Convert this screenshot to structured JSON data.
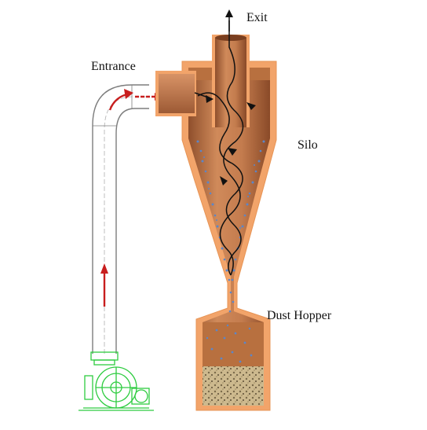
{
  "labels": {
    "exit": "Exit",
    "entrance": "Entrance",
    "silo": "Silo",
    "dust_hopper": "Dust Hopper"
  },
  "colors": {
    "body_fill": "#c47c4e",
    "body_shade": "#a8613a",
    "outline_fill": "#f2a46a",
    "duct_outline": "#7d7d7d",
    "flow_arrow": "#c81e1e",
    "fan": "#2ecc40",
    "dust": "#5b86c9",
    "dust_bed": "#cdb98e",
    "path": "#111111"
  },
  "icons": {
    "fan": "centrifugal-fan-icon",
    "exit_arrow": "up-arrow-icon",
    "flow": "red-arrow-icon"
  }
}
